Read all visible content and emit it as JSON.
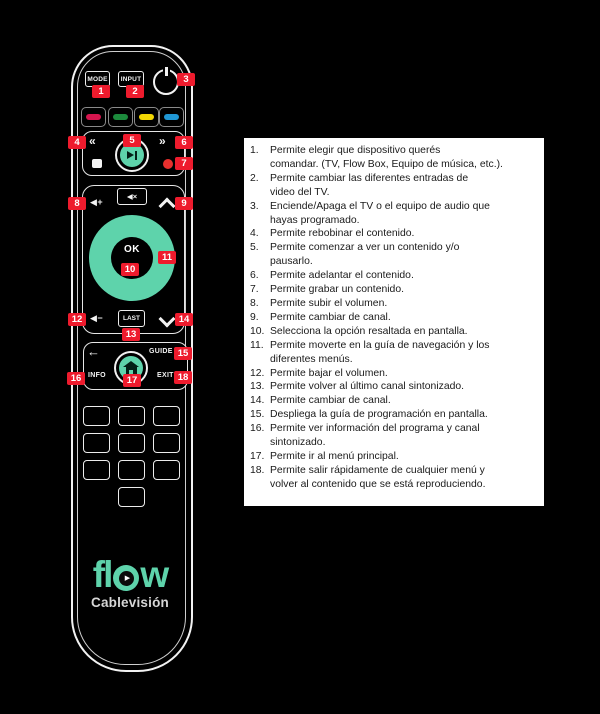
{
  "page": {
    "background": "#000000",
    "panel_background": "#ffffff"
  },
  "remote": {
    "labels": {
      "mode": "MODE",
      "input": "INPUT",
      "rewind": "«",
      "forward": "»",
      "volume_up": "◀+",
      "mute": "◀×",
      "volume_down": "◀−",
      "ok": "OK",
      "last": "LAST",
      "back": "←",
      "guide": "GUIDE",
      "info": "INFO",
      "exit": "EXIT"
    },
    "brand": {
      "logo_left": "fl",
      "logo_right": "w",
      "play_glyph": "▶",
      "subtitle": "Cablevisión"
    },
    "keypad_buttons": 10
  },
  "colors": {
    "teal": "#5ed3ab",
    "badge_red": "#ee1b2d",
    "key_red": "#d6154e",
    "key_green": "#1c8a3c",
    "key_yellow": "#f2d703",
    "key_blue": "#2097d4",
    "record_red": "#e8302e",
    "stroke": "#f2f2f2",
    "text": "#1a1a1a"
  },
  "badges": [
    "1",
    "2",
    "3",
    "4",
    "5",
    "6",
    "7",
    "8",
    "9",
    "10",
    "11",
    "12",
    "13",
    "14",
    "15",
    "16",
    "17",
    "18"
  ],
  "instructions": [
    {
      "n": "1.",
      "lines": [
        "Permite elegir que dispositivo querés",
        "comandar. (TV, Flow Box, Equipo de música, etc.)."
      ]
    },
    {
      "n": "2.",
      "lines": [
        "Permite cambiar las diferentes entradas de",
        "video del TV."
      ]
    },
    {
      "n": "3.",
      "lines": [
        "Enciende/Apaga el TV o el equipo de audio que",
        "hayas programado."
      ]
    },
    {
      "n": "4.",
      "lines": [
        "Permite rebobinar el contenido."
      ]
    },
    {
      "n": "5.",
      "lines": [
        "Permite comenzar a ver un contenido y/o",
        "pausarlo."
      ]
    },
    {
      "n": "6.",
      "lines": [
        "Permite adelantar el contenido."
      ]
    },
    {
      "n": "7.",
      "lines": [
        "Permite grabar un contenido."
      ]
    },
    {
      "n": "8.",
      "lines": [
        "Permite subir el volumen."
      ]
    },
    {
      "n": "9.",
      "lines": [
        "Permite cambiar de canal."
      ]
    },
    {
      "n": "10.",
      "lines": [
        "Selecciona la opción resaltada en pantalla."
      ]
    },
    {
      "n": "11.",
      "lines": [
        "Permite moverte en la guía de navegación y los",
        "diferentes menús."
      ]
    },
    {
      "n": "12.",
      "lines": [
        "Permite bajar el volumen."
      ]
    },
    {
      "n": "13.",
      "lines": [
        "Permite volver al último canal sintonizado."
      ]
    },
    {
      "n": "14.",
      "lines": [
        "Permite cambiar de canal."
      ]
    },
    {
      "n": "15.",
      "lines": [
        "Despliega la guía de programación en pantalla."
      ]
    },
    {
      "n": "16.",
      "lines": [
        "Permite ver información del programa y canal",
        "sintonizado."
      ]
    },
    {
      "n": "17.",
      "lines": [
        "Permite ir al menú principal."
      ]
    },
    {
      "n": "18.",
      "lines": [
        "Permite salir rápidamente de cualquier menú y",
        "volver al contenido que se está reproduciendo."
      ]
    }
  ]
}
